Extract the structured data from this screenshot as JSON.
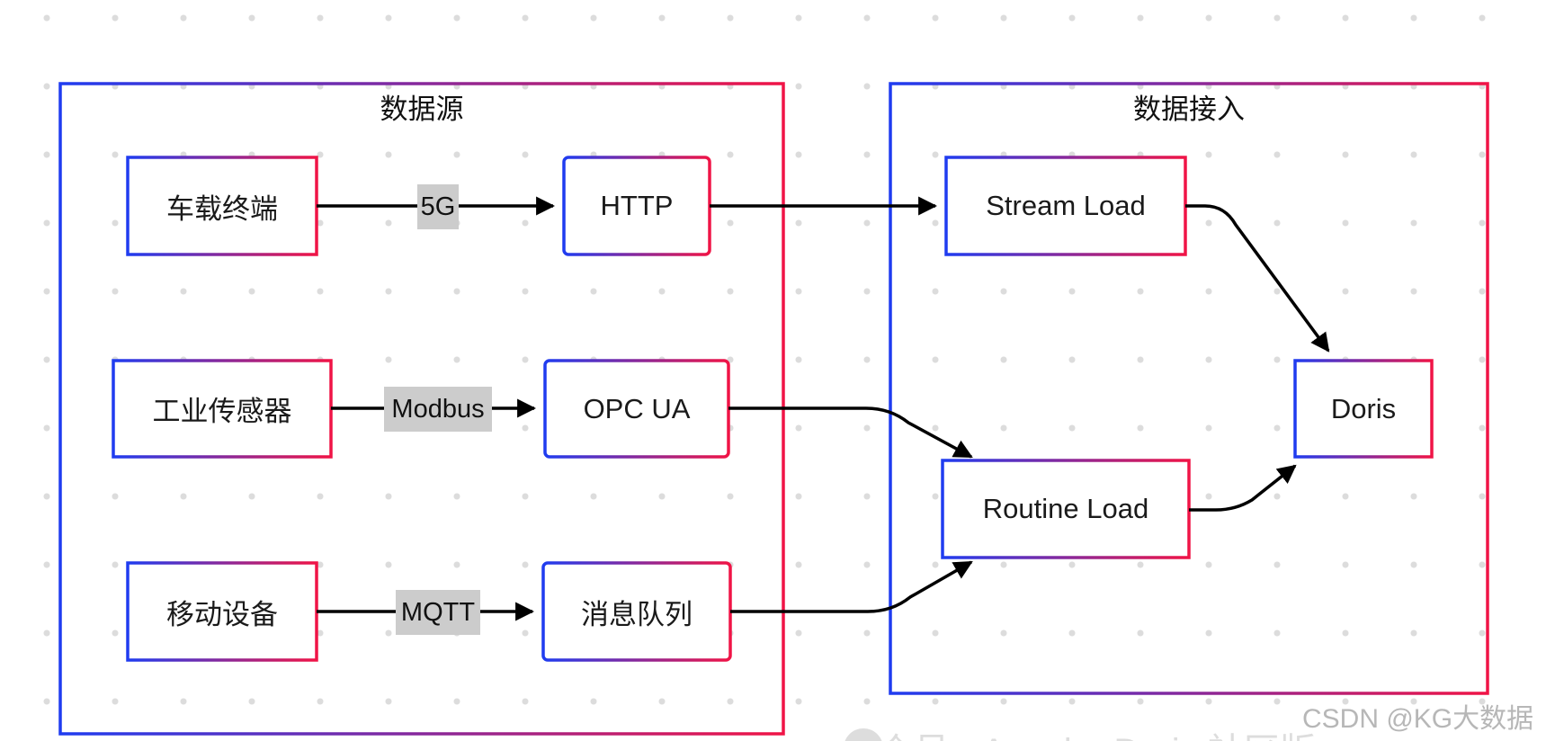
{
  "groups": {
    "source": {
      "title": "数据源"
    },
    "ingest": {
      "title": "数据接入"
    }
  },
  "nodes": {
    "vehicle_terminal": "车载终端",
    "http": "HTTP",
    "industrial_sensor": "工业传感器",
    "opc_ua": "OPC UA",
    "mobile_device": "移动设备",
    "message_queue": "消息队列",
    "stream_load": "Stream Load",
    "routine_load": "Routine Load",
    "doris": "Doris"
  },
  "edges": {
    "protocol_5g": "5G",
    "protocol_modbus": "Modbus",
    "protocol_mqtt": "MQTT"
  },
  "watermark": {
    "csdn": "CSDN @KG大数据",
    "account": "公众号 · Apache Doris 社区版"
  },
  "colors": {
    "gradient_start": "#1f3cf0",
    "gradient_end": "#f01446",
    "edge_label_bg": "#cccccc",
    "arrow": "#000000"
  }
}
